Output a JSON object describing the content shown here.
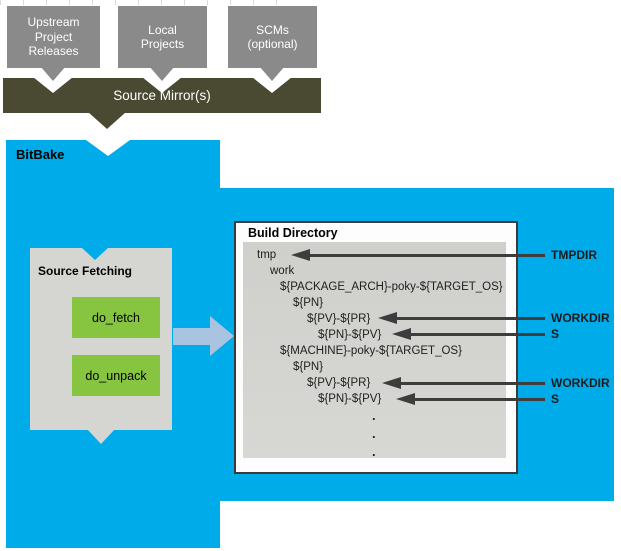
{
  "colors": {
    "bitbake_blue": "#00abe9",
    "olive": "#4a4a33",
    "box_gray": "#8a8a8a",
    "panel_gray": "#d5d5d2",
    "inner_gray": "#d2d2cf",
    "task_green": "#87c540",
    "flow_arrow_blue": "#a9c4e0",
    "annotation_gray": "#3d3d3d"
  },
  "sources": [
    {
      "label": "Upstream\nProject\nReleases"
    },
    {
      "label": "Local\nProjects"
    },
    {
      "label": "SCMs\n(optional)"
    }
  ],
  "mirror": {
    "label": "Source Mirror(s)"
  },
  "bitbake": {
    "label": "BitBake"
  },
  "fetching": {
    "title": "Source Fetching",
    "tasks": [
      {
        "label": "do_fetch"
      },
      {
        "label": "do_unpack"
      }
    ]
  },
  "build_directory": {
    "title": "Build Directory",
    "tree": [
      "tmp",
      "work",
      "${PACKAGE_ARCH}-poky-${TARGET_OS}",
      "${PN}",
      "${PV}-${PR}",
      "${PN}-${PV}",
      "${MACHINE}-poky-${TARGET_OS}",
      "${PN}",
      "${PV}-${PR}",
      "${PN}-${PV}"
    ],
    "ellipsis": [
      ".",
      ".",
      "."
    ]
  },
  "annotations": [
    {
      "label": "TMPDIR"
    },
    {
      "label": "WORKDIR"
    },
    {
      "label": "S"
    },
    {
      "label": "WORKDIR"
    },
    {
      "label": "S"
    }
  ]
}
